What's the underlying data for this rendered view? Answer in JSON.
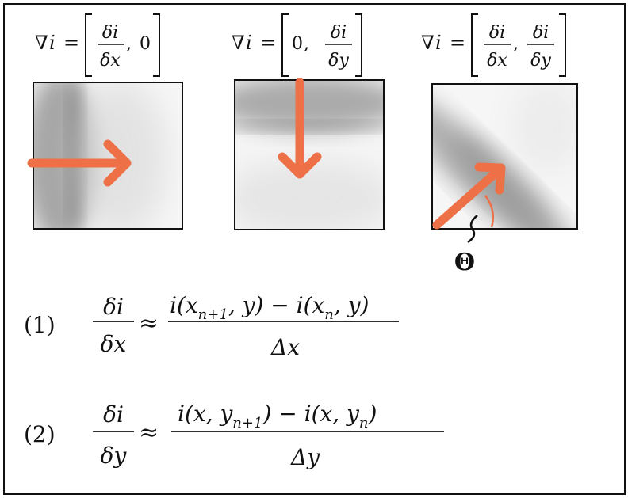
{
  "colors": {
    "arrow": "#ee7047",
    "ink": "#111111",
    "smudge": "#6e6e6e"
  },
  "panels": [
    {
      "gradient_lhs": "∇",
      "gradient_var": "i",
      "equals": "=",
      "comp1": {
        "num": "δi",
        "den": "δx"
      },
      "comp2_text": "0",
      "comma": ","
    },
    {
      "gradient_lhs": "∇",
      "gradient_var": "i",
      "equals": "=",
      "comp1_text": "0",
      "comp2": {
        "num": "δi",
        "den": "δy"
      },
      "comma": ","
    },
    {
      "gradient_lhs": "∇",
      "gradient_var": "i",
      "equals": "=",
      "comp1": {
        "num": "δi",
        "den": "δx"
      },
      "comp2": {
        "num": "δi",
        "den": "δy"
      },
      "comma": ",",
      "angle_label": "Θ"
    }
  ],
  "equations": [
    {
      "number": "(1)",
      "lhs_num": "δi",
      "lhs_den": "δx",
      "approx": "≈",
      "rhs_num": "i(x",
      "rhs_num_sub1": "n+1",
      "rhs_num_mid": ", y) − i(x",
      "rhs_num_sub2": "n",
      "rhs_num_end": ", y)",
      "rhs_den": "Δx"
    },
    {
      "number": "(2)",
      "lhs_num": "δi",
      "lhs_den": "δy",
      "approx": "≈",
      "rhs_num": "i(x, y",
      "rhs_num_sub1": "n+1",
      "rhs_num_mid": ") − i(x, y",
      "rhs_num_sub2": "n",
      "rhs_num_end": ")",
      "rhs_den": "Δy"
    }
  ]
}
